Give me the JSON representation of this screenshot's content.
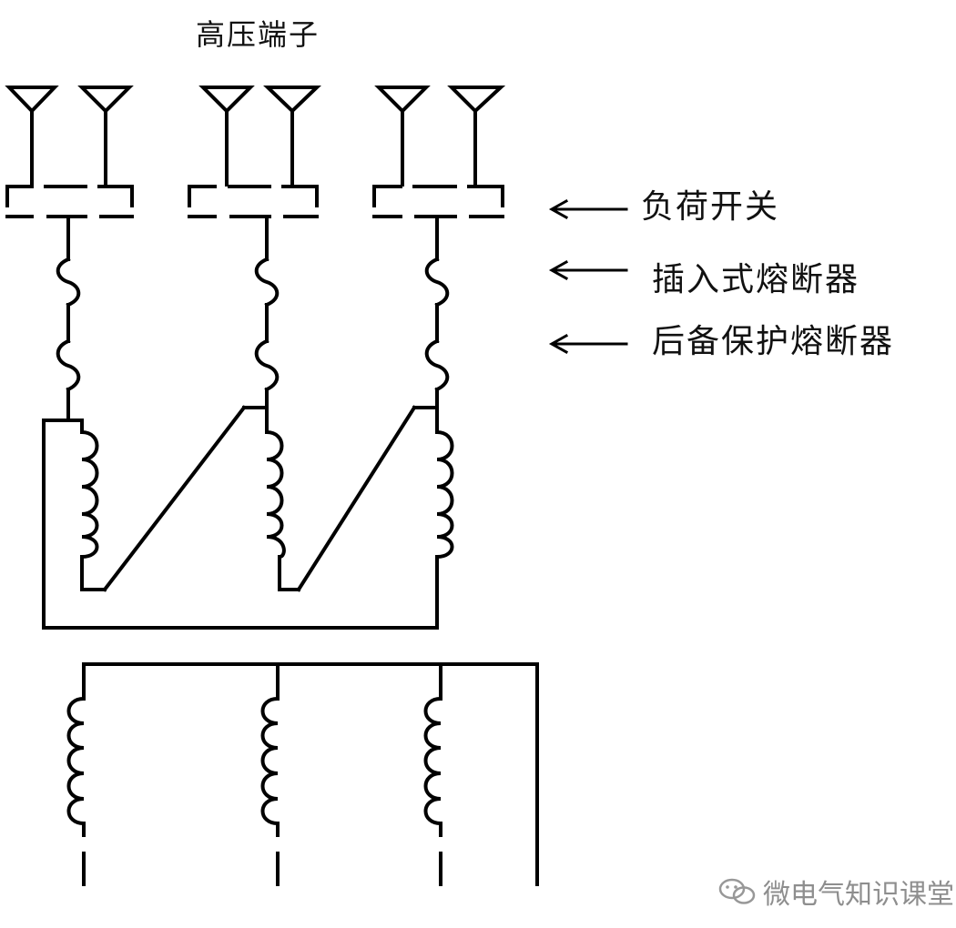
{
  "title": "高压端子",
  "labels": {
    "load_switch": "负荷开关",
    "plug_in_fuse": "插入式熔断器",
    "backup_fuse": "后备保护熔断器"
  },
  "watermark": {
    "text": "微电气知识课堂",
    "icon": "wechat-icon"
  },
  "colors": {
    "line": "#000000",
    "background": "#ffffff"
  }
}
